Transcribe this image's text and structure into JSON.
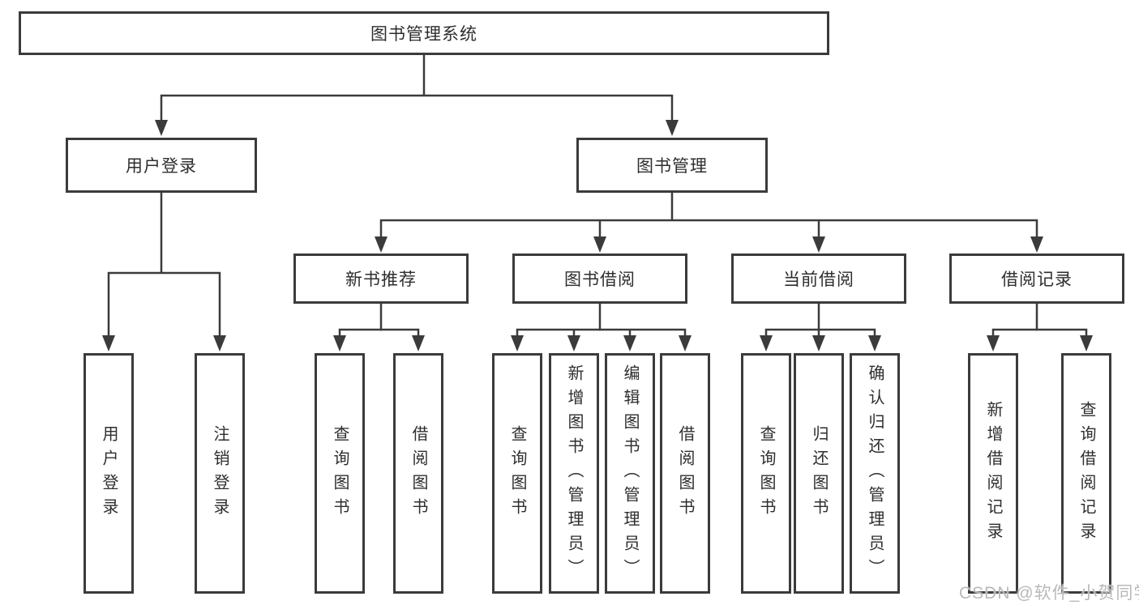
{
  "watermark": "CSDN @软件_小贺同学",
  "colors": {
    "border": "#3b3b3b",
    "text": "#2e2e2e",
    "watermark": "#b9b9b9",
    "background": "#ffffff"
  },
  "tree": {
    "root": {
      "label": "图书管理系统"
    },
    "branches": [
      {
        "label": "用户登录",
        "children": [
          {
            "label": "用户登录"
          },
          {
            "label": "注销登录"
          }
        ]
      },
      {
        "label": "图书管理",
        "children": [
          {
            "label": "新书推荐",
            "children": [
              {
                "label": "查询图书"
              },
              {
                "label": "借阅图书"
              }
            ]
          },
          {
            "label": "图书借阅",
            "children": [
              {
                "label": "查询图书"
              },
              {
                "label": "新增图书（管理员）"
              },
              {
                "label": "编辑图书（管理员）"
              },
              {
                "label": "借阅图书"
              }
            ]
          },
          {
            "label": "当前借阅",
            "children": [
              {
                "label": "查询图书"
              },
              {
                "label": "归还图书"
              },
              {
                "label": "确认归还（管理员）"
              }
            ]
          },
          {
            "label": "借阅记录",
            "children": [
              {
                "label": "新增借阅记录"
              },
              {
                "label": "查询借阅记录"
              }
            ]
          }
        ]
      }
    ]
  }
}
